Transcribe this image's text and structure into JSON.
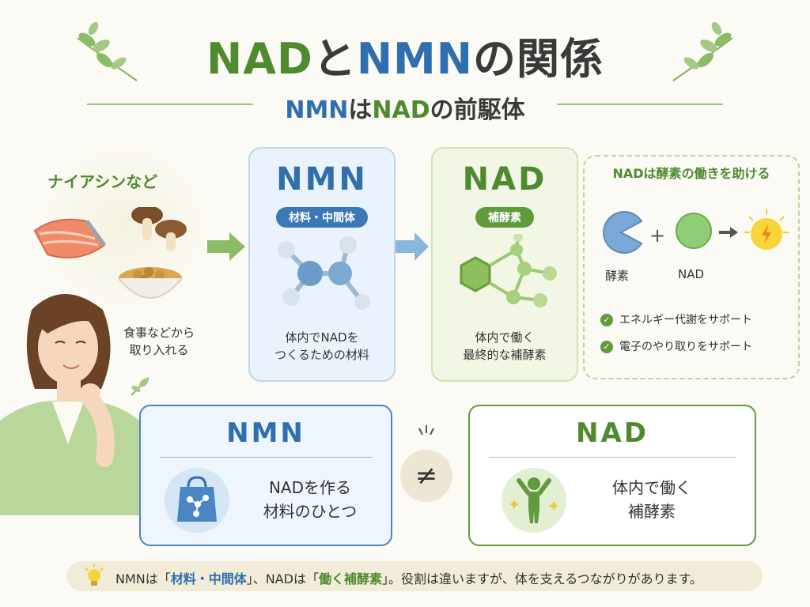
{
  "title": {
    "nad": "NAD",
    "to": "と",
    "nmn": "NMN",
    "rest": "の関係"
  },
  "subtitle": {
    "nmn": "NMN",
    "wa": "は",
    "nad": "NAD",
    "rest": "の前駆体"
  },
  "source": {
    "label": "ナイアシンなど",
    "caption_line1": "食事などから",
    "caption_line2": "取り入れる"
  },
  "card_nmn": {
    "title": "NMN",
    "pill": "材料・中間体",
    "desc_line1": "体内でNADを",
    "desc_line2": "つくるための材料"
  },
  "card_nad": {
    "title": "NAD",
    "pill": "補酵素",
    "desc_line1": "体内で働く",
    "desc_line2": "最終的な補酵素"
  },
  "enzyme": {
    "title": "NADは酵素の働きを助ける",
    "label_enzyme": "酵素",
    "label_nad": "NAD",
    "checks": [
      "エネルギー代謝をサポート",
      "電子のやり取りをサポート"
    ]
  },
  "compare": {
    "nmn": {
      "title": "NMN",
      "line1": "NADを作る",
      "line2": "材料のひとつ"
    },
    "symbol": "≠",
    "nad": {
      "title": "NAD",
      "line1": "体内で働く",
      "line2": "補酵素"
    }
  },
  "footer": {
    "p1": "NMNは「",
    "h1": "材料・中間体",
    "p2": "」、NADは「",
    "h2": "働く補酵素",
    "p3": "」。役割は違いますが、体を支えるつながりがあります。"
  },
  "colors": {
    "nad_green": "#4f8a2f",
    "nmn_blue": "#2f6fae",
    "background": "#fbfaf4"
  }
}
